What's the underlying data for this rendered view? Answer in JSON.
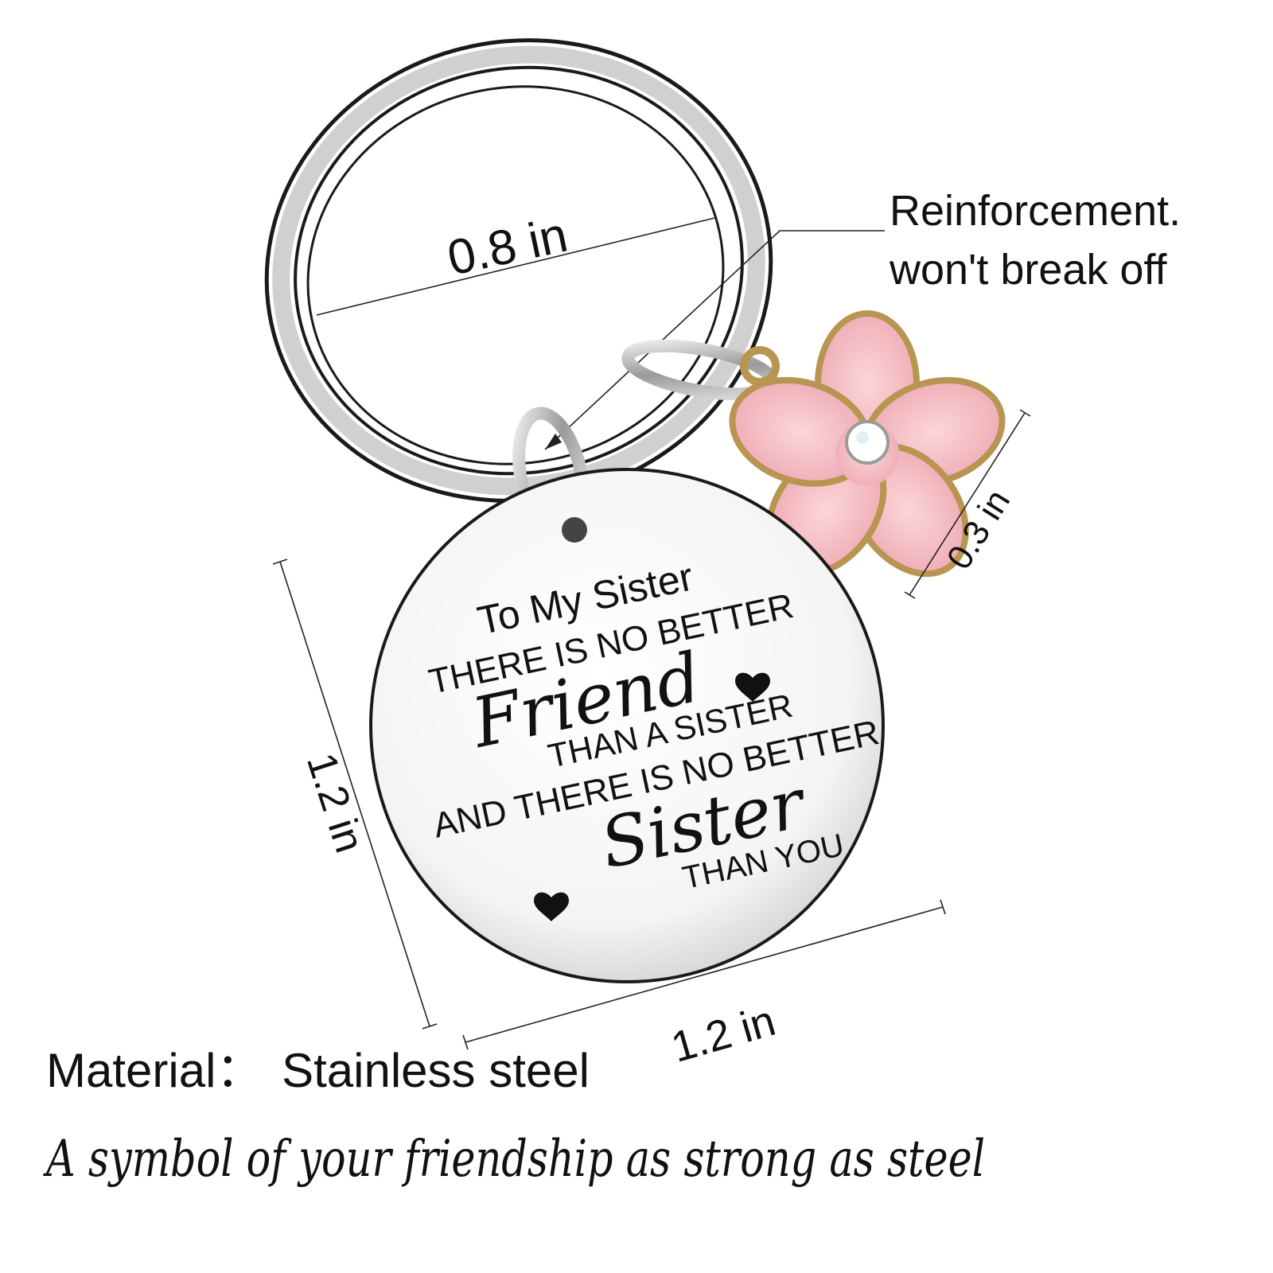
{
  "dimensions": {
    "ring_diameter": "0.8 in",
    "charm_size": "0.3 in",
    "tag_height": "1.2 in",
    "tag_width": "1.2 in"
  },
  "callout": {
    "line1": "Reinforcement.",
    "line2": "won't break off"
  },
  "tag_engraving": {
    "line1": "To My Sister",
    "line2": "THERE IS NO BETTER",
    "line3": "Friend",
    "line4": "THAN A SISTER",
    "line5": "AND THERE IS NO BETTER",
    "line6": "Sister",
    "line7": "THAN YOU"
  },
  "material": {
    "label": "Material：",
    "value": "Stainless steel"
  },
  "tagline": "A symbol of your friendship as strong as steel",
  "colors": {
    "petal": "#f2b8bf",
    "petal_edge": "#b89550",
    "steel": "#d9d9d9"
  }
}
